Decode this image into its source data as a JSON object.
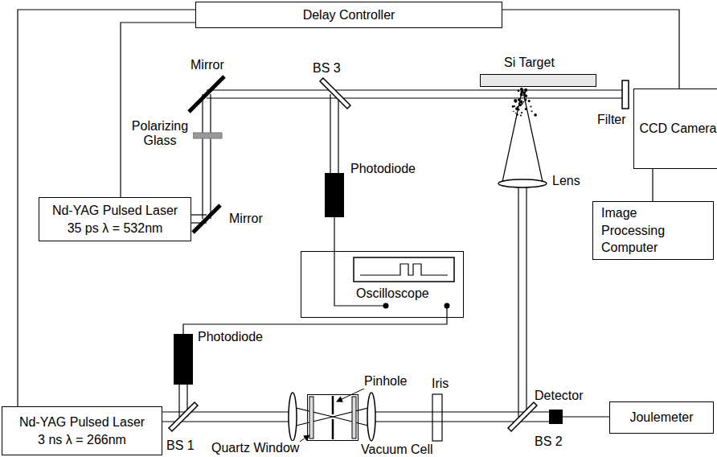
{
  "diagram": {
    "nodes": [
      {
        "text": [
          "Delay Controller"
        ]
      },
      {
        "text": [
          "Si Target"
        ]
      },
      {
        "text": [
          "CCD Camera"
        ]
      },
      {
        "text": [
          "Photodiode"
        ]
      },
      {
        "text": [
          "Nd-YAG Pulsed Laser",
          "35 ps λ = 532nm"
        ]
      },
      {
        "text": [
          "Image Processing Computer"
        ]
      },
      {
        "text": [
          "Oscilloscope"
        ]
      },
      {
        "text": [
          "Photodiode"
        ]
      },
      {
        "text": [
          "Nd-YAG Pulsed Laser",
          "3 ns λ = 266nm"
        ]
      },
      {
        "text": [
          "Vacuum Cell"
        ]
      },
      {
        "text": [
          "Detector"
        ]
      },
      {
        "text": [
          "Joulemeter"
        ]
      }
    ],
    "edges": [
      {
        "from": 0,
        "to": 8,
        "arrow": "none"
      },
      {
        "from": 0,
        "to": 4,
        "arrow": "none"
      },
      {
        "from": 0,
        "to": 2,
        "arrow": "none"
      },
      {
        "from": 3,
        "to": 6,
        "arrow": "none"
      },
      {
        "from": 7,
        "to": 6,
        "arrow": "none"
      },
      {
        "from": 2,
        "to": 5,
        "arrow": "none"
      },
      {
        "from": 10,
        "to": 11,
        "arrow": "none"
      }
    ],
    "labels": [
      "Mirror",
      "BS 3",
      "Polarizing Glass",
      "Filter",
      "Lens",
      "Mirror",
      "Pinhole",
      "BS 1",
      "Quartz Window",
      "Iris",
      "BS 2"
    ]
  }
}
